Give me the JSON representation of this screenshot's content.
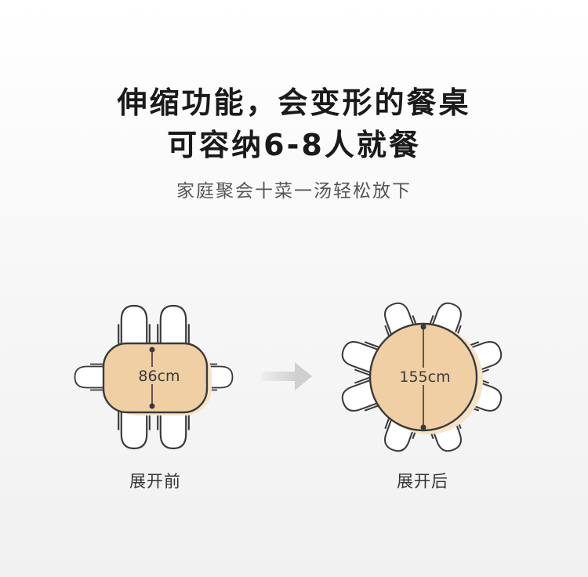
{
  "headline": {
    "line1": "伸缩功能，会变形的餐桌",
    "line2": "可容纳6-8人就餐"
  },
  "subtitle": "家庭聚会十菜一汤轻松放下",
  "before": {
    "size_label": "86cm",
    "caption": "展开前"
  },
  "after": {
    "size_label": "155cm",
    "caption": "展开后"
  },
  "colors": {
    "table_fill": "#f0cfa4",
    "table_shadow": "#f6e3c8",
    "outline": "#3a3a3a",
    "arrow": "#d9d9d9"
  }
}
